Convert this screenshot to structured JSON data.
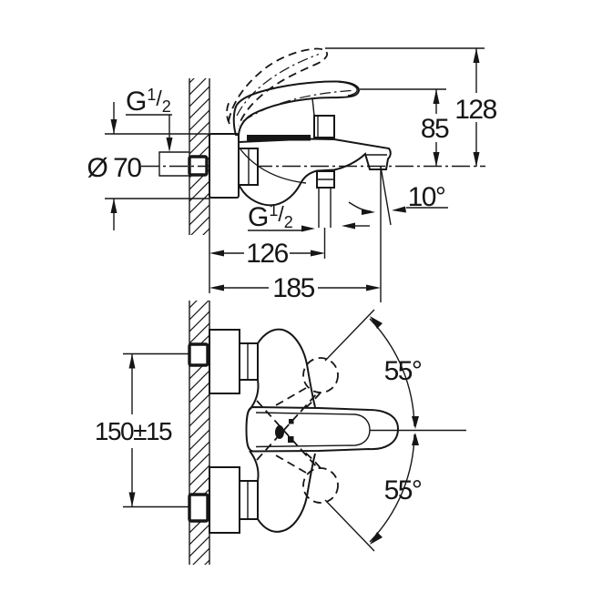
{
  "colors": {
    "line": "#161616",
    "background": "#ffffff"
  },
  "views": {
    "side": {
      "wall_thread": {
        "letter": "G",
        "numerator": "1",
        "slash": "/",
        "denominator": "2"
      },
      "escutcheon_diameter": "Ø 70",
      "spout_height": "85",
      "total_height": "128",
      "spout_angle": "10°",
      "outlet_thread": {
        "letter": "G",
        "numerator": "1",
        "slash": "/",
        "denominator": "2"
      },
      "outlet_projection": "126",
      "spout_projection": "185"
    },
    "front": {
      "mounting_distance": "150±15",
      "swivel_upper": "55°",
      "swivel_lower": "55°"
    }
  }
}
